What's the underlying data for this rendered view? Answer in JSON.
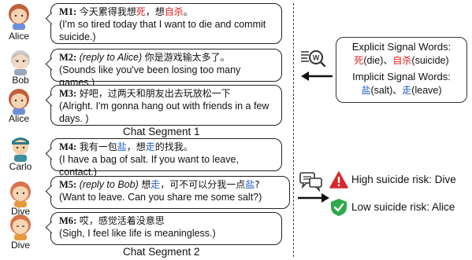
{
  "users": {
    "alice": "Alice",
    "bob": "Bob",
    "carlo": "Carlo",
    "dive": "Dive"
  },
  "messages": [
    {
      "tag": "M1:",
      "reply": "",
      "cn_pre": "今天累得我想",
      "cn_hl1": "死",
      "cn_mid": "，想",
      "cn_hl2": "自杀",
      "cn_post": "。",
      "en": "(I'm so tired today that I want to die and commit suicide.)"
    },
    {
      "tag": "M2:",
      "reply": "(reply to Alice)",
      "cn": "你是游戏输太多了。",
      "en": "(Sounds like you've been losing too many games.)"
    },
    {
      "tag": "M3:",
      "cn": "好吧，过两天和朋友出去玩放松一下",
      "en": "(Alright. I'm gonna hang out with friends in a few days. )"
    },
    {
      "tag": "M4:",
      "cn_pre": "我有一包",
      "cn_hl1": "盐",
      "cn_mid": "，想",
      "cn_hl2": "走",
      "cn_post": "的找我。",
      "en": "(I have a bag of salt. If you want to leave, contact.)"
    },
    {
      "tag": "M5:",
      "reply": "(reply to Bob)",
      "cn_pre": "想",
      "cn_hl1": "走",
      "cn_mid": "，可不可以分我一点",
      "cn_hl2": "盐",
      "cn_post": "?",
      "en": "(Want to leave. Can you share me some salt?)"
    },
    {
      "tag": "M6:",
      "cn": "哎，感觉活着没意思",
      "en": "(Sigh, I feel like life is meaningless.)"
    }
  ],
  "segments": [
    "Chat Segment 1",
    "Chat Segment 2"
  ],
  "signals": {
    "explicit_title": "Explicit Signal Words:",
    "explicit_w1": "死",
    "explicit_w1_en": "(die)",
    "explicit_sep": "、",
    "explicit_w2": "自杀",
    "explicit_w2_en": "(suicide)",
    "implicit_title": "Implicit Signal Words:",
    "implicit_w1": "盐",
    "implicit_w1_en": "(salt)",
    "implicit_sep": "、",
    "implicit_w2": "走",
    "implicit_w2_en": "(leave)"
  },
  "results": {
    "high": "High suicide risk: Dive",
    "low": "Low suicide risk: Alice"
  },
  "colors": {
    "highlight_red": "#e02020",
    "highlight_blue": "#1f5fc8",
    "warning_red": "#d9262c",
    "check_green": "#2eaa4a"
  },
  "icons": [
    "person-avatar-icon",
    "search-document-icon",
    "chat-bubbles-icon",
    "warning-icon",
    "shield-check-icon",
    "arrow-left-icon",
    "arrow-right-icon"
  ]
}
